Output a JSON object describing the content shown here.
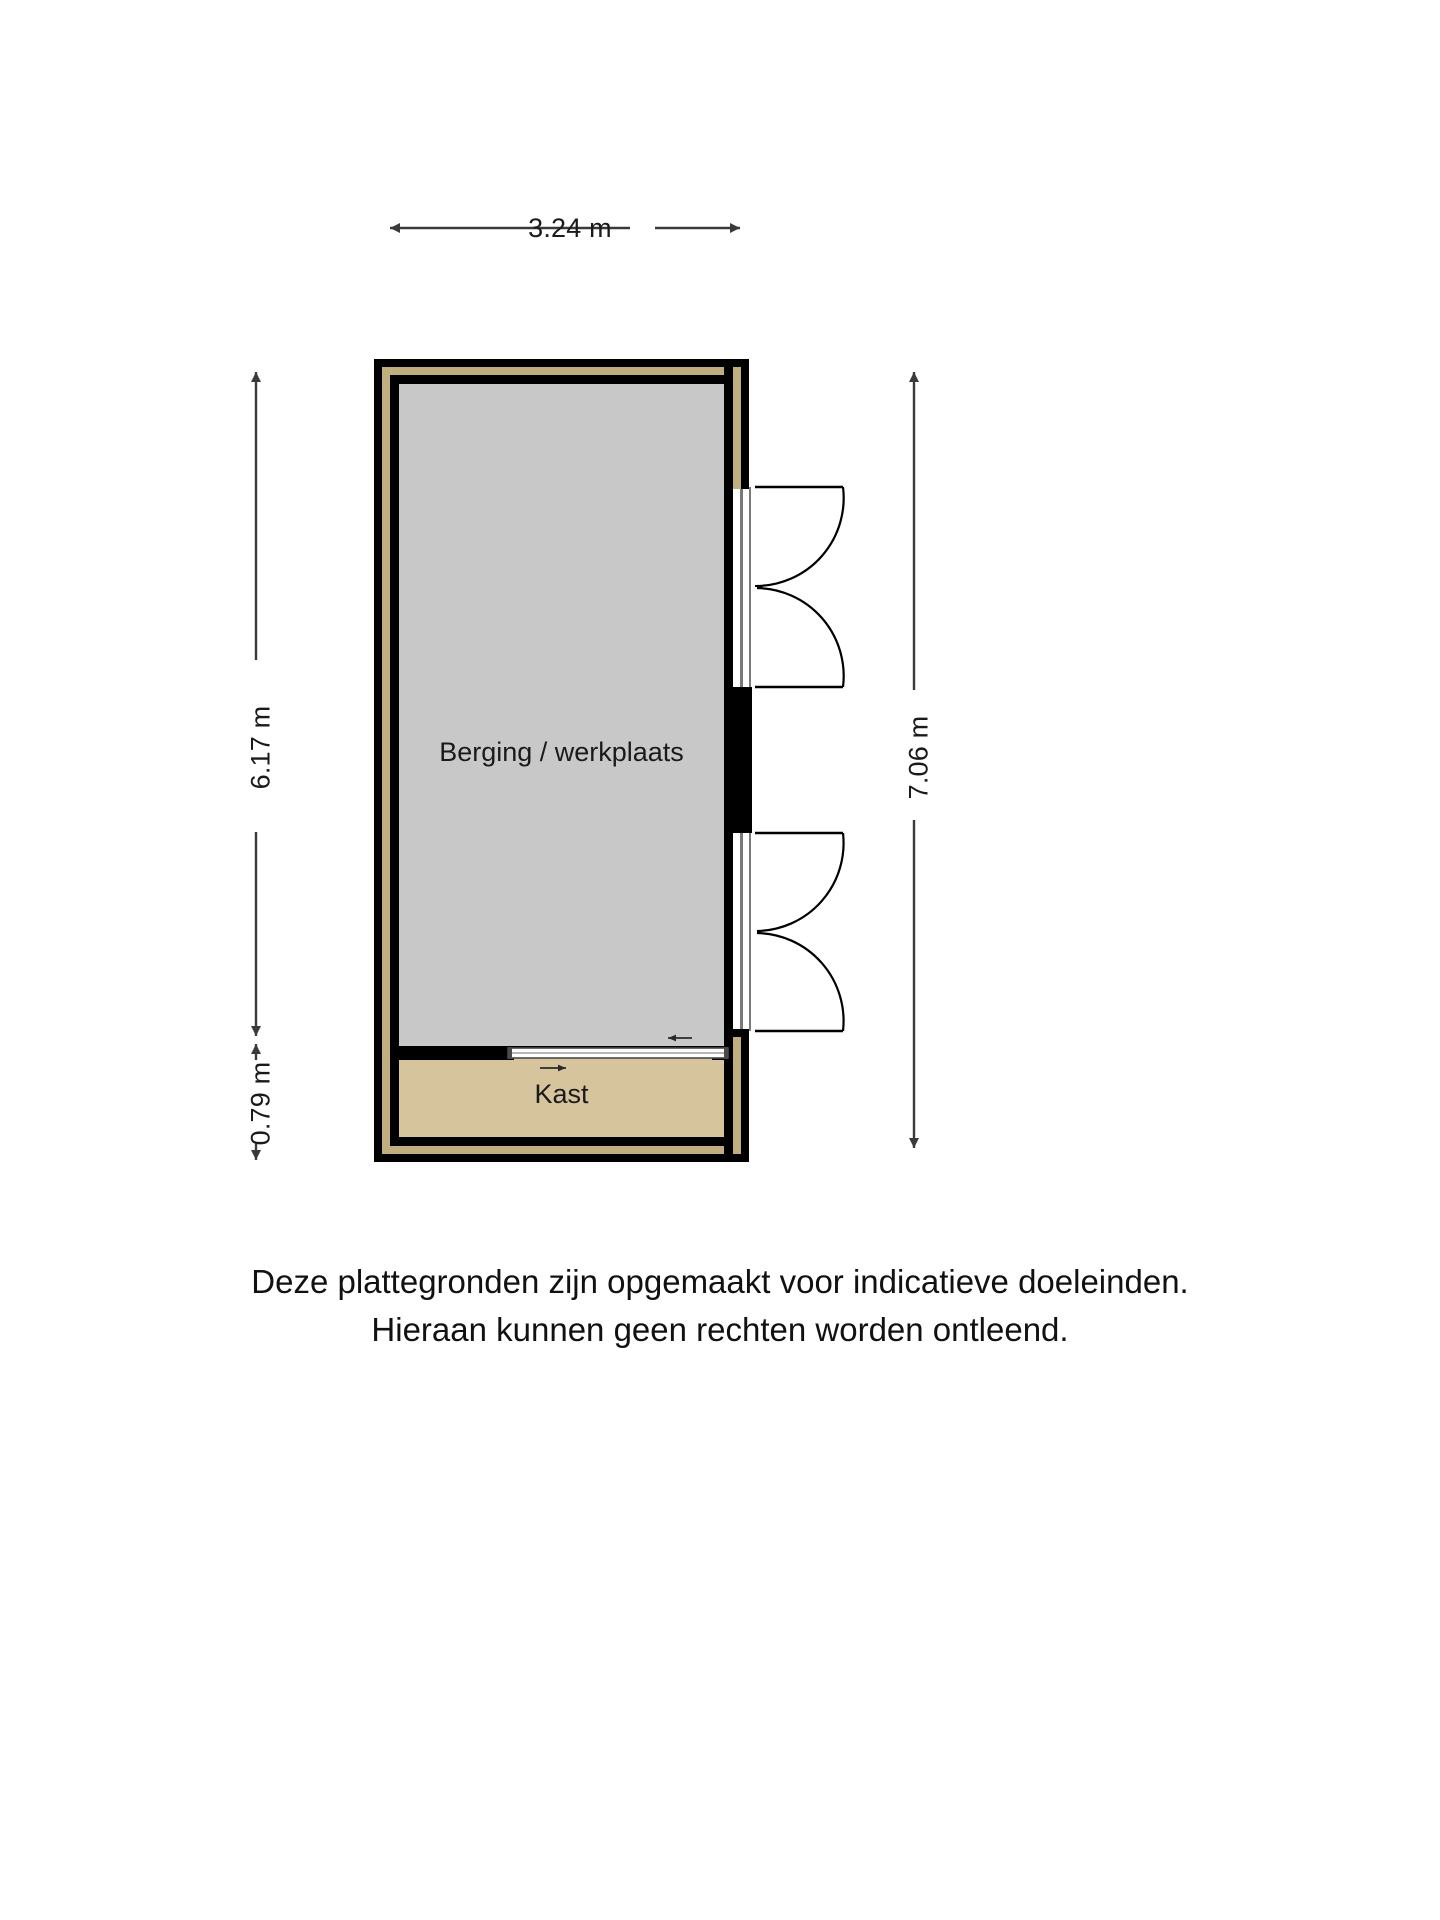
{
  "plan": {
    "title_hidden": "",
    "rooms": [
      {
        "name": "Berging / werkplaats",
        "fill": "#c8c8c8"
      },
      {
        "name": "Kast",
        "fill": "#d5c49c"
      }
    ],
    "dimensions": {
      "top": "3.24 m",
      "left_upper": "6.17 m",
      "left_lower": "0.79 m",
      "right": "7.06 m"
    },
    "colors": {
      "wall_outer": "#000000",
      "wall_core": "#c0ae7e",
      "floor_main": "#c8c8c8",
      "floor_closet": "#d5c49c",
      "dimension_line": "#3a3a3a",
      "background": "#ffffff"
    },
    "features": {
      "door_upper": "door-swing-arc",
      "door_lower": "door-swing-arc",
      "closet_sliding_door": "sliding-door",
      "arrow_left": "direction-arrow-left",
      "arrow_right": "direction-arrow-right"
    }
  },
  "footer": {
    "line1": "Deze plattegronden zijn opgemaakt voor indicatieve doeleinden.",
    "line2": "Hieraan kunnen geen rechten worden ontleend."
  }
}
